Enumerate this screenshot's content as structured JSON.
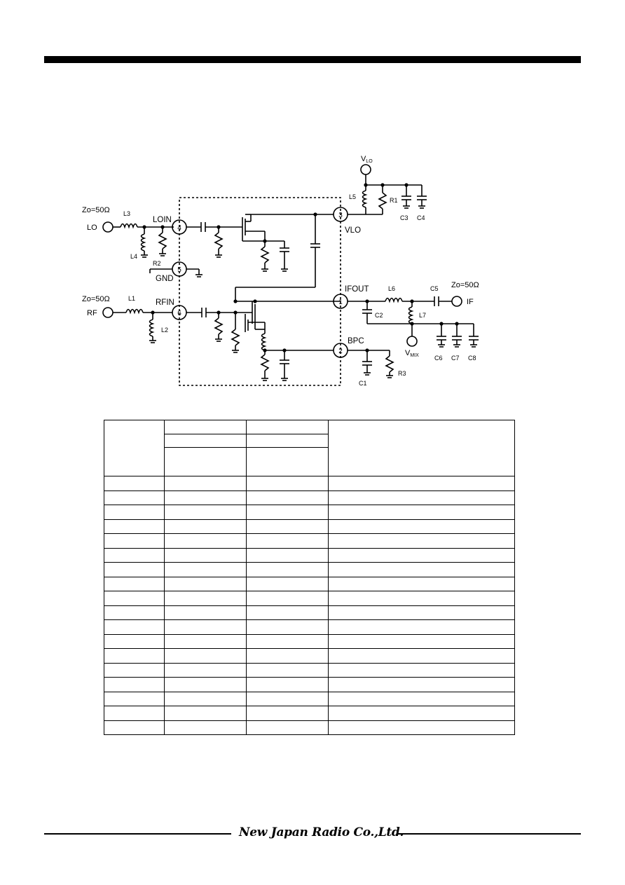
{
  "schematic": {
    "ports": {
      "lo": "LO",
      "rf": "RF",
      "if": "IF",
      "vlo": "V",
      "vlo_sub": "LO",
      "vmix": "V",
      "vmix_sub": "MIX"
    },
    "impedance": {
      "lo": "Zo=50Ω",
      "rf": "Zo=50Ω",
      "if": "Zo=50Ω"
    },
    "pins": [
      {
        "number": "4",
        "label": "LOIN"
      },
      {
        "number": "5",
        "label": "GND"
      },
      {
        "number": "6",
        "label": "RFIN"
      },
      {
        "number": "3",
        "label": "VLO"
      },
      {
        "number": "1",
        "label": "IFOUT"
      },
      {
        "number": "2",
        "label": "BPC"
      }
    ],
    "components": {
      "L1": "L1",
      "L2": "L2",
      "L3": "L3",
      "L4": "L4",
      "L5": "L5",
      "L6": "L6",
      "L7": "L7",
      "R1": "R1",
      "R2": "R2",
      "R3": "R3",
      "C1": "C1",
      "C2": "C2",
      "C3": "C3",
      "C4": "C4",
      "C5": "C5",
      "C6": "C6",
      "C7": "C7",
      "C8": "C8"
    }
  },
  "table": {
    "header_rows": 3,
    "body_rows": 18,
    "columns": 4
  },
  "footer": {
    "company": "New Japan Radio Co.,Ltd."
  }
}
